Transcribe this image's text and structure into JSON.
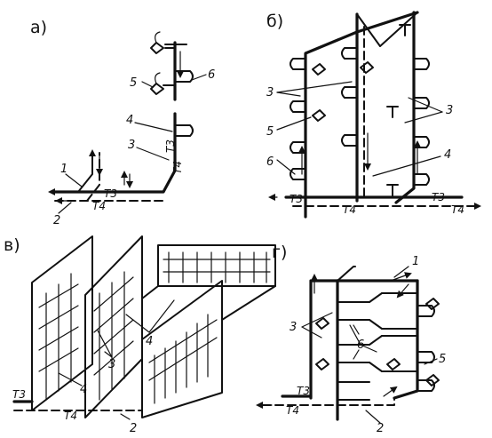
{
  "panels": {
    "a": {
      "letter": "а)",
      "callouts": [
        "1",
        "2",
        "3",
        "4",
        "5",
        "6"
      ],
      "pipe_tags": [
        "Т3",
        "Т4",
        "Т3",
        "Т4"
      ]
    },
    "b": {
      "letter": "б)",
      "callouts": [
        "3",
        "5",
        "6",
        "3",
        "4"
      ],
      "pipe_tags": [
        "Т3",
        "Т4",
        "Т3",
        "Т4"
      ]
    },
    "c": {
      "letter": "в)",
      "callouts": [
        "3",
        "4",
        "4",
        "2"
      ],
      "pipe_tags": [
        "Т3",
        "Т4"
      ]
    },
    "d": {
      "letter": "г)",
      "callouts": [
        "1",
        "3",
        "6",
        "5",
        "2"
      ],
      "pipe_tags": [
        "Т3",
        "Т4"
      ]
    }
  }
}
